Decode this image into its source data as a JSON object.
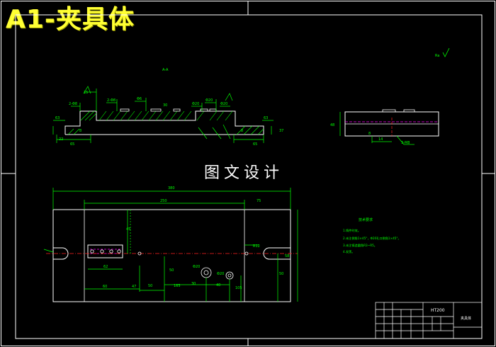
{
  "title": "A1-夹具体",
  "watermark": "图文设计",
  "colors": {
    "background": "#000000",
    "title": "#ffff33",
    "outline": "#ffffff",
    "dimension": "#00ff00",
    "centerline": "#ff2020",
    "hidden": "#ff00ff"
  },
  "section_view": {
    "label": "A-A",
    "dims": [
      "2-Φ8",
      "2-Φ8",
      "Φ6",
      "Φ20",
      "Φ20",
      "Φ20",
      "30",
      "63",
      "63",
      "65",
      "65",
      "8",
      "8",
      "22",
      "15",
      "37"
    ]
  },
  "side_view": {
    "dims": [
      "48",
      "8",
      "14",
      "3-M8"
    ]
  },
  "plan_view": {
    "dims": [
      "380",
      "250",
      "75",
      "45",
      "62",
      "50",
      "60",
      "47",
      "50",
      "165",
      "58",
      "40",
      "105",
      "R12",
      "Φ20",
      "Φ20",
      "50",
      "30"
    ]
  },
  "surface_note": "Ra",
  "tech_req": {
    "heading": "技术要求",
    "lines": [
      "1.铸件时效。",
      "2.未注倒角1×45°，Φ20孔口倒角1×45°。",
      "3.未注铸造圆角R3~R5。",
      "4.发黑。"
    ]
  },
  "title_block": {
    "material": "HT200",
    "drawing_name": "夹具体"
  }
}
